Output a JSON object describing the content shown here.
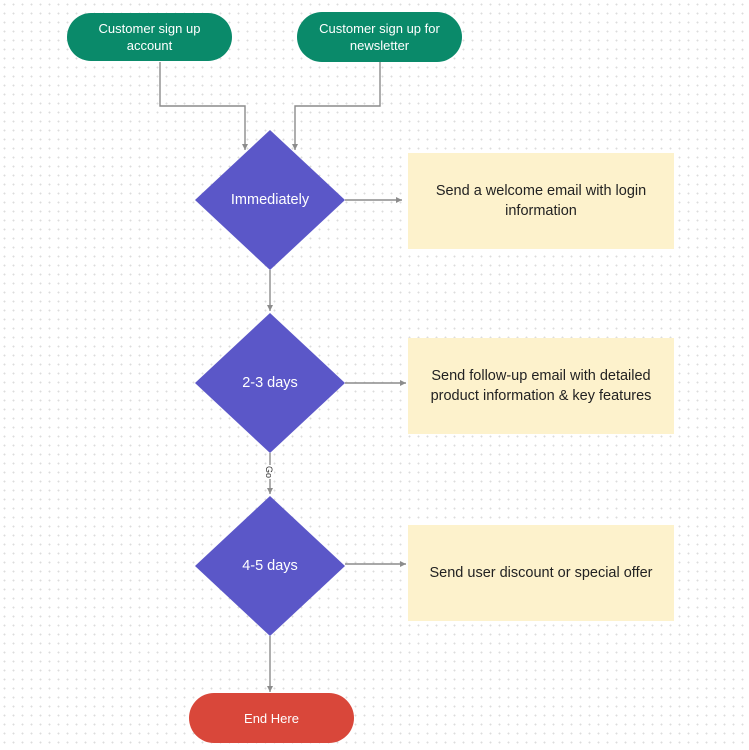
{
  "colors": {
    "start_node": "#0a8a6a",
    "decision_node": "#5b57c8",
    "note_node": "#fdf2cc",
    "end_node": "#d9473a",
    "connector": "#8c8c8c"
  },
  "start_nodes": [
    {
      "label": "Customer sign up account"
    },
    {
      "label": "Customer sign up for newsletter"
    }
  ],
  "decisions": [
    {
      "label": "Immediately"
    },
    {
      "label": "2-3 days"
    },
    {
      "label": "4-5 days"
    }
  ],
  "notes": [
    {
      "label": "Send a welcome email with login information"
    },
    {
      "label": "Send follow-up email with detailed product information & key features"
    },
    {
      "label": "Send user discount or special offer"
    }
  ],
  "edge_labels": {
    "go": "Go"
  },
  "end_node": {
    "label": "End Here"
  }
}
